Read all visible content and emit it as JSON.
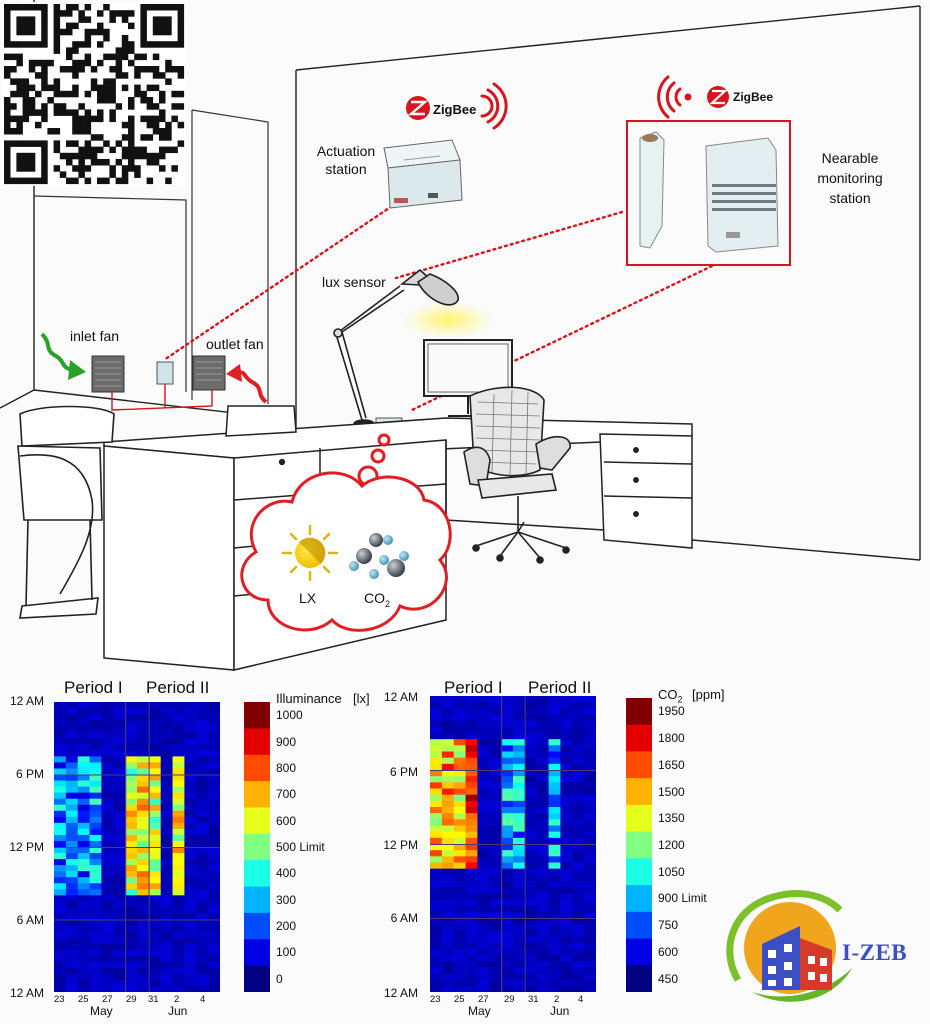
{
  "labels": {
    "zigbee": "ZigBee",
    "actuation_line1": "Actuation",
    "actuation_line2": "station",
    "monitoring_line1": "Nearable",
    "monitoring_line2": "monitoring",
    "monitoring_line3": "station",
    "lux_sensor": "lux sensor",
    "inlet_fan": "inlet fan",
    "outlet_fan": "outlet fan",
    "lx": "LX",
    "co2": "CO",
    "co2_sub": "2"
  },
  "logo": {
    "text": "I-ZEB"
  },
  "colors": {
    "red": "#e01f25",
    "green": "#2aa12a",
    "zigbee_red": "#d8141c",
    "jet_low": "#00007f",
    "jet_high": "#ff0000"
  },
  "chart_data": [
    {
      "type": "heatmap",
      "periods": [
        "Period I",
        "Period II"
      ],
      "y_ticks": [
        "12 AM",
        "6 PM",
        "12 PM",
        "6 AM",
        "12 AM"
      ],
      "x_ticks": [
        "23",
        "25",
        "27",
        "29",
        "31",
        "2",
        "4"
      ],
      "x_months": [
        "May",
        "Jun"
      ],
      "colorbar": {
        "title": "Illuminance",
        "unit": "[lx]",
        "ticks": [
          "1000",
          "900",
          "800",
          "700",
          "600",
          "500 Limit",
          "400",
          "300",
          "200",
          "100",
          "0"
        ],
        "range": [
          0,
          1000
        ],
        "limit": 500
      },
      "days": 14,
      "day_active": [
        1,
        1,
        1,
        1,
        0,
        0,
        1,
        1,
        1,
        0,
        1,
        0,
        0,
        0
      ],
      "day_level": [
        250,
        220,
        260,
        280,
        0,
        0,
        580,
        640,
        560,
        0,
        640,
        0,
        0,
        0
      ],
      "active_hours": [
        8,
        19
      ]
    },
    {
      "type": "heatmap",
      "periods": [
        "Period I",
        "Period II"
      ],
      "y_ticks": [
        "12 AM",
        "6 PM",
        "12 PM",
        "6 AM",
        "12 AM"
      ],
      "x_ticks": [
        "23",
        "25",
        "27",
        "29",
        "31",
        "2",
        "4"
      ],
      "x_months": [
        "May",
        "Jun"
      ],
      "colorbar": {
        "title": "CO",
        "title_sub": "2",
        "unit": "[ppm]",
        "ticks": [
          "1950",
          "1800",
          "1650",
          "1500",
          "1350",
          "1200",
          "1050",
          "900 Limit",
          "750",
          "600",
          "450"
        ],
        "range": [
          450,
          1950
        ],
        "limit": 900
      },
      "days": 14,
      "day_active": [
        1,
        1,
        1,
        1,
        0,
        0,
        1,
        1,
        0,
        0,
        1,
        0,
        0,
        0
      ],
      "day_level": [
        1450,
        1500,
        1400,
        1650,
        0,
        0,
        900,
        900,
        0,
        0,
        850,
        0,
        0,
        0
      ],
      "active_hours": [
        10,
        20
      ]
    }
  ]
}
